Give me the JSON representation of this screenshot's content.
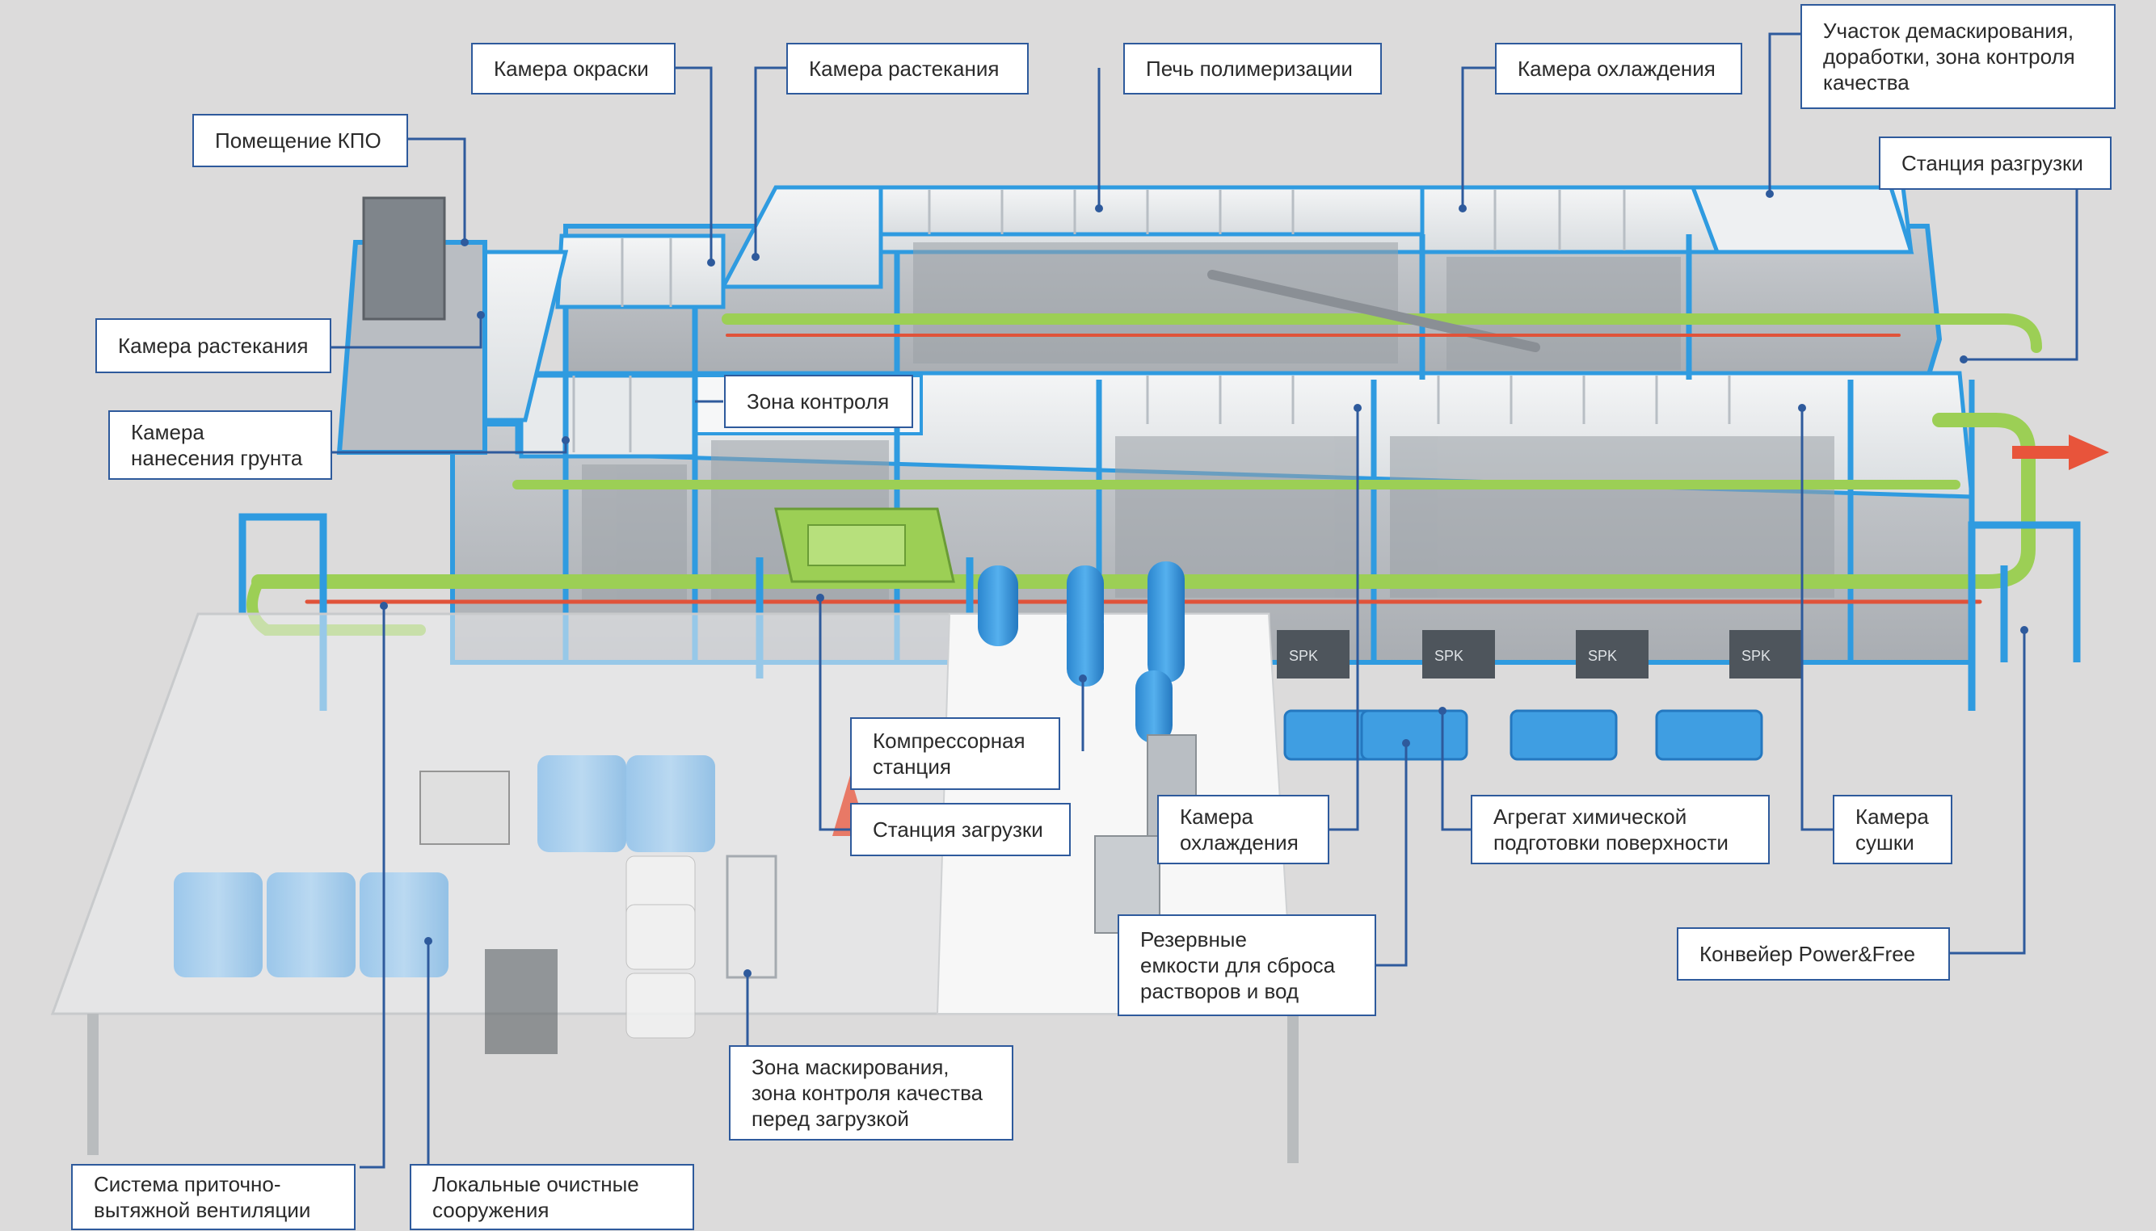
{
  "diagram": {
    "colors": {
      "background": "#dcdbdb",
      "frame": "#2f9be0",
      "conveyor": "#9ccf55",
      "accent_rail": "#e0533a",
      "leader_line": "#2e5a9c",
      "tank": "#3f9ee2",
      "arrow": "#e8543b"
    },
    "labels": {
      "paint_booth": "Камера окраски",
      "flash_off_top": "Камера растекания",
      "curing_oven": "Печь полимеризации",
      "cooling_top": "Камера охлаждения",
      "demasking": "Участок демаскирования,\nдоработки, зона контроля\nкачества",
      "kpo_room": "Помещение КПО",
      "unloading": "Станция разгрузки",
      "flash_off_left": "Камера растекания",
      "inspection_zone": "Зона контроля",
      "primer_booth": "Камера\nнанесения грунта",
      "compressor": "Компрессорная\nстанция",
      "loading": "Станция загрузки",
      "cooling_bottom": "Камера\nохлаждения",
      "chem_prep": "Агрегат химической\nподготовки поверхности",
      "drying": "Камера\nсушки",
      "power_free": "Конвейер Power&Free",
      "reserve_tanks": "Резервные\nемкости для сброса\nрастворов и вод",
      "masking_zone": "Зона маскирования,\nзона контроля качества\nперед загрузкой",
      "ventilation": "Система приточно-\nвытяжной вентиляции",
      "treatment": "Локальные очистные\nсооружения"
    },
    "equipment_marks": [
      "SPK",
      "SPK",
      "SPK",
      "SPK"
    ]
  }
}
